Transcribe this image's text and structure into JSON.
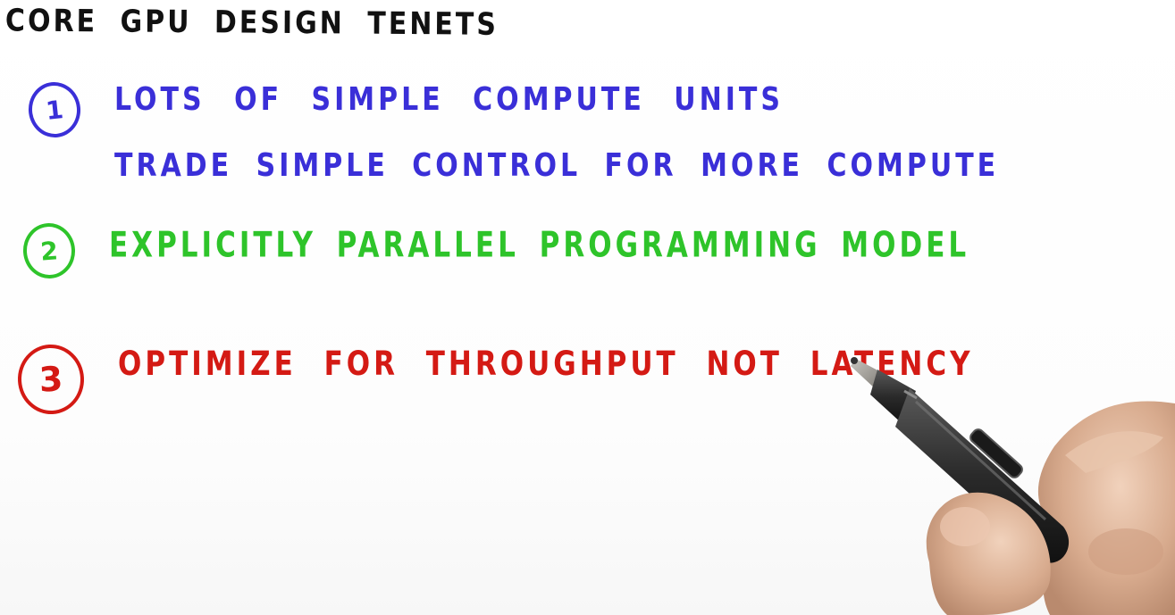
{
  "title": "CORE GPU DESIGN TENETS",
  "tenets": [
    {
      "number": "1",
      "lines": [
        "LOTS OF SIMPLE COMPUTE UNITS",
        "TRADE SIMPLE CONTROL FOR MORE COMPUTE"
      ],
      "color": "#3a2fd8"
    },
    {
      "number": "2",
      "lines": [
        "EXPLICITLY PARALLEL PROGRAMMING MODEL"
      ],
      "color": "#2ec42a"
    },
    {
      "number": "3",
      "lines": [
        "OPTIMIZE FOR THROUGHPUT NOT LATENCY"
      ],
      "color": "#d41a14"
    }
  ],
  "colors": {
    "ink_black": "#111111",
    "ink_blue": "#3a2fd8",
    "ink_green": "#2ec42a",
    "ink_red": "#d41a14",
    "background": "#ffffff"
  },
  "icons": {
    "stylus": "pen-stylus-icon",
    "hand": "hand-holding-pen"
  }
}
